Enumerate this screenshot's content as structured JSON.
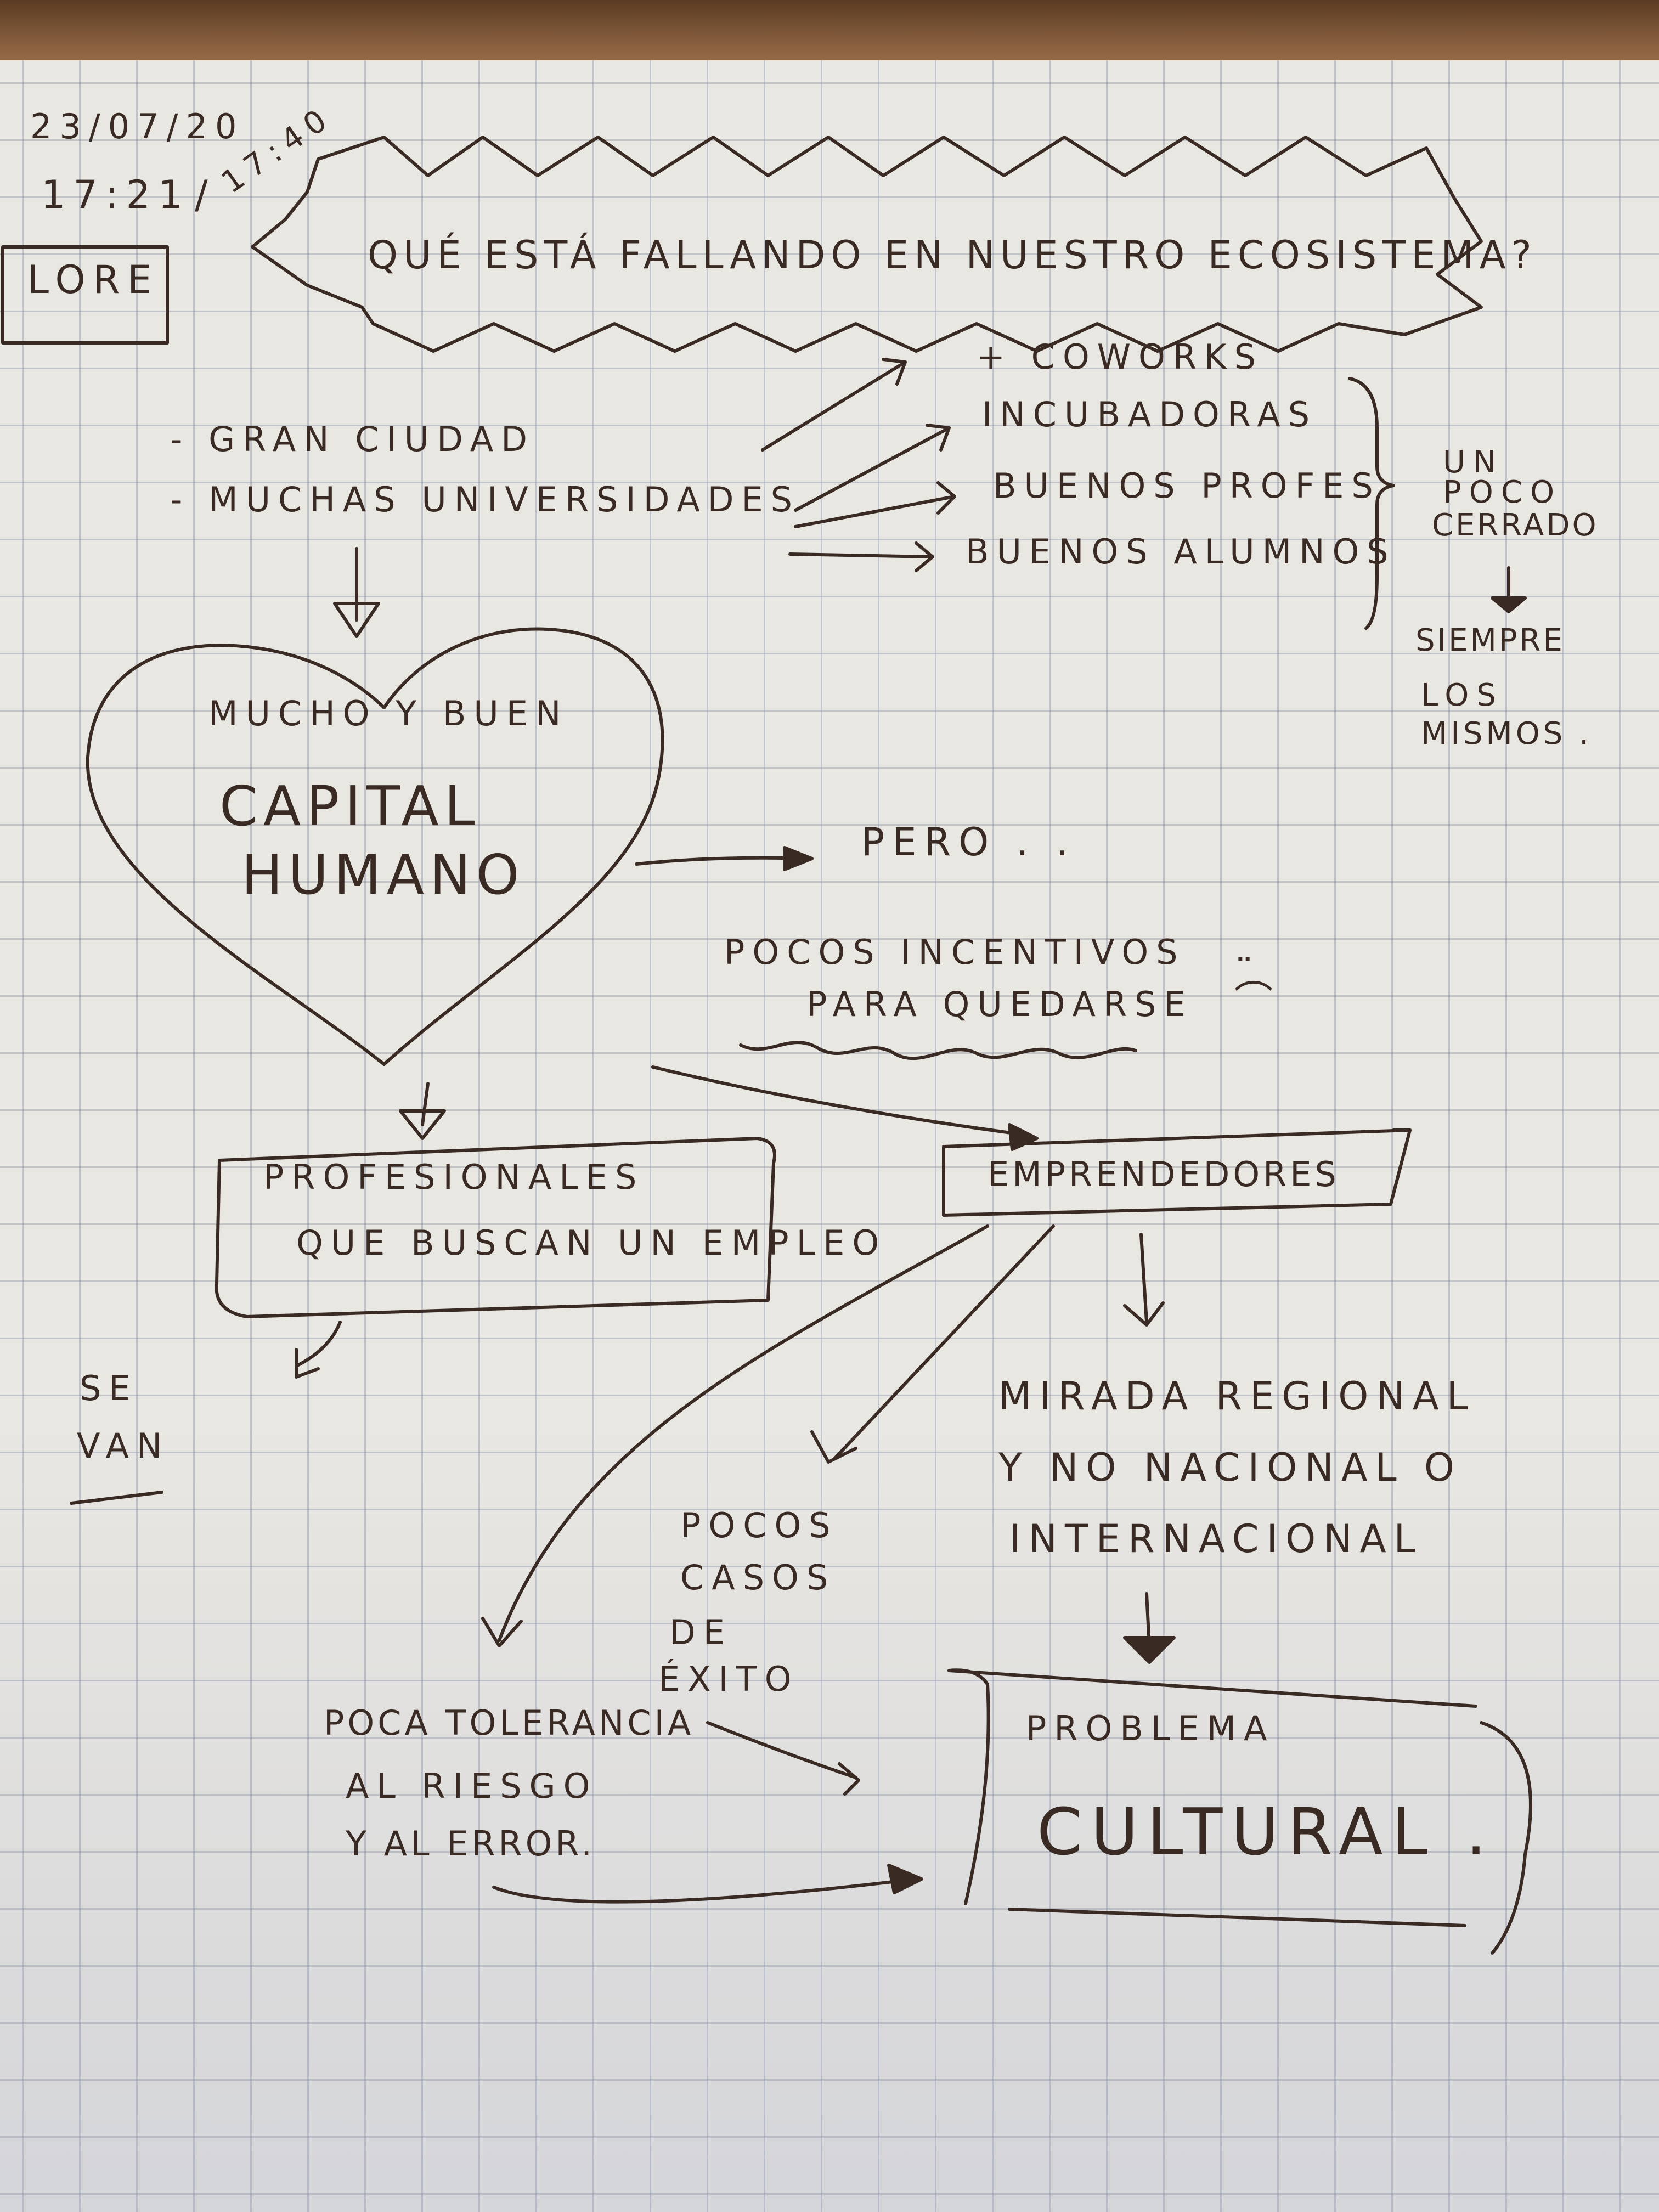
{
  "header": {
    "date": "23/07/20",
    "time_start": "17:21",
    "time_separator": "/",
    "time_end": "17:40",
    "author": "LORE"
  },
  "title": {
    "question": "QUÉ ESTÁ FALLANDO EN NUESTRO ECOSISTEMA?"
  },
  "context": {
    "items": [
      "- GRAN CIUDAD",
      "- MUCHAS UNIVERSIDADES"
    ]
  },
  "resources": {
    "items": [
      "+ COWORKS",
      "INCUBADORAS",
      "BUENOS PROFES",
      "BUENOS ALUMNOS"
    ],
    "note": [
      "UN",
      "POCO",
      "CERRADO"
    ],
    "note_result": [
      "SIEMPRE",
      "LOS",
      "MISMOS ."
    ]
  },
  "heart": {
    "top": "MUCHO Y BUEN",
    "line1": "CAPITAL",
    "line2": "HUMANO"
  },
  "pero": {
    "label": "PERO . .",
    "incentives_line1": "POCOS INCENTIVOS",
    "incentives_line2": "PARA QUEDARSE",
    "face": "¨\n⌒"
  },
  "profesionales": {
    "line1": "PROFESIONALES",
    "line2": "QUE BUSCAN UN EMPLEO",
    "result_line1": "SE",
    "result_line2": "VAN"
  },
  "emprendedores": {
    "label": "EMPRENDEDORES"
  },
  "regional": {
    "line1": "MIRADA REGIONAL",
    "line2": "Y NO NACIONAL O",
    "line3": "INTERNACIONAL"
  },
  "exito": {
    "lines": [
      "POCOS",
      "CASOS",
      "DE",
      "ÉXITO"
    ]
  },
  "tolerancia": {
    "line1": "POCA TOLERANCIA",
    "line2": "AL RIESGO",
    "line3": "Y AL ERROR."
  },
  "problema": {
    "label": "PROBLEMA",
    "main": "CULTURAL ."
  }
}
